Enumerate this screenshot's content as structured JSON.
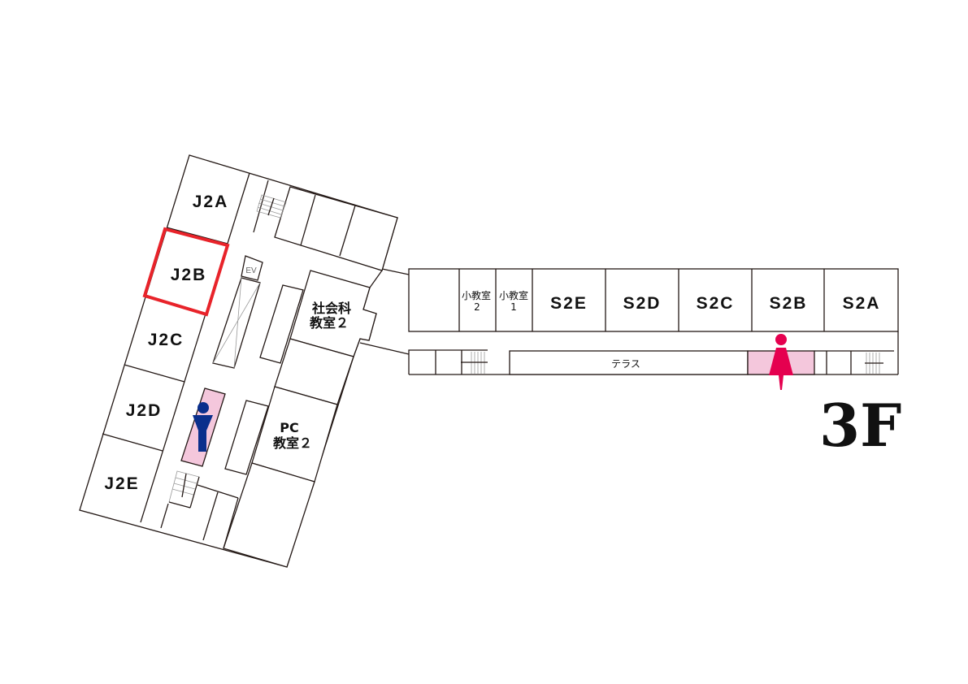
{
  "floor_label": "3F",
  "colors": {
    "highlight": "#e8232a",
    "toilet_fill": "#f4c7dc",
    "male": "#0a2f8c",
    "female": "#e5004f"
  },
  "west_wing": {
    "rooms": {
      "j2a": "J2A",
      "j2b": "J2B",
      "j2c": "J2C",
      "j2d": "J2D",
      "j2e": "J2E"
    },
    "highlighted_room": "J2B",
    "elevator": "EV",
    "social_room": {
      "line1": "社会科",
      "line2": "教室２"
    },
    "pc_room": {
      "line1": "PC",
      "line2": "教室２"
    }
  },
  "east_wing": {
    "small_room_2": {
      "line1": "小教室",
      "line2": "2"
    },
    "small_room_1": {
      "line1": "小教室",
      "line2": "1"
    },
    "rooms": {
      "s2e": "S2E",
      "s2d": "S2D",
      "s2c": "S2C",
      "s2b": "S2B",
      "s2a": "S2A"
    },
    "terrace": "テラス"
  }
}
